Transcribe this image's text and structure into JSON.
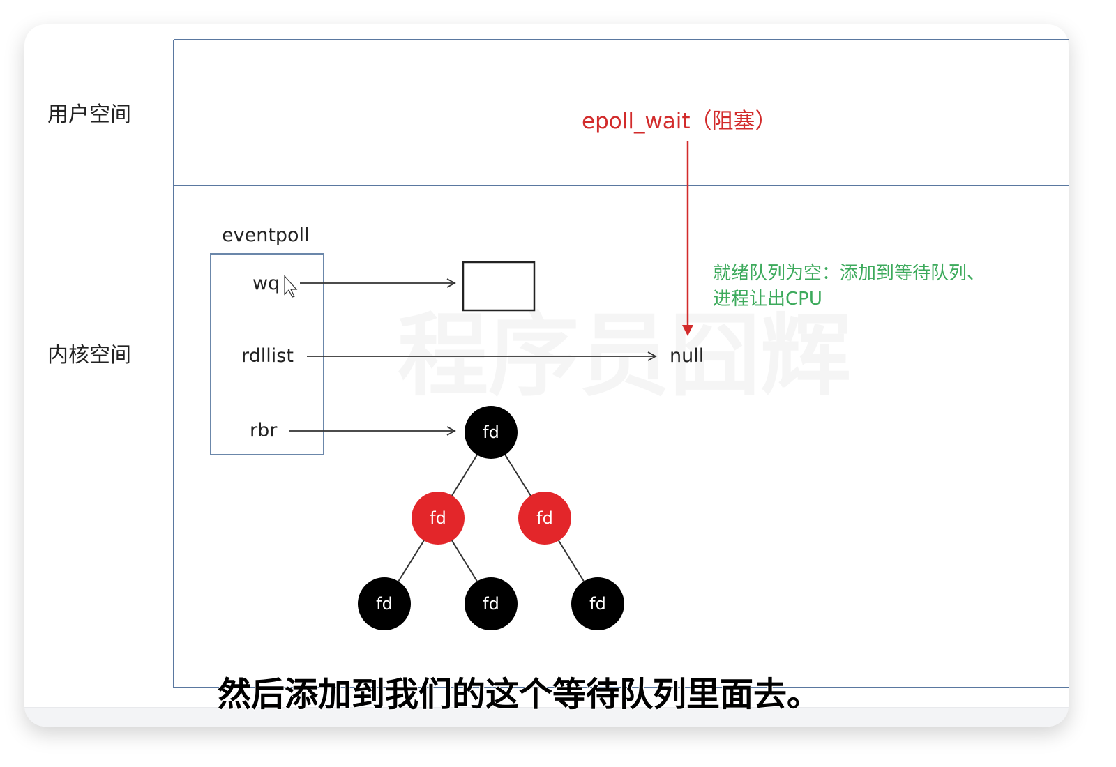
{
  "regions": {
    "user_space": "用户空间",
    "kernel_space": "内核空间"
  },
  "epoll_wait": {
    "label": "epoll_wait（阻塞）",
    "color": "#d22b2b"
  },
  "eventpoll": {
    "title": "eventpoll",
    "fields": [
      "wq",
      "rdllist",
      "rbr"
    ]
  },
  "rdllist_target": "null",
  "note": {
    "line1": "就绪队列为空：添加到等待队列、",
    "line2": "进程让出CPU",
    "color": "#3daa5c"
  },
  "tree": {
    "nodes": [
      {
        "label": "fd",
        "color": "black"
      },
      {
        "label": "fd",
        "color": "red"
      },
      {
        "label": "fd",
        "color": "red"
      },
      {
        "label": "fd",
        "color": "black"
      },
      {
        "label": "fd",
        "color": "black"
      },
      {
        "label": "fd",
        "color": "black"
      }
    ]
  },
  "watermark": "程序员囧辉",
  "subtitle": "然后添加到我们的这个等待队列里面去。"
}
